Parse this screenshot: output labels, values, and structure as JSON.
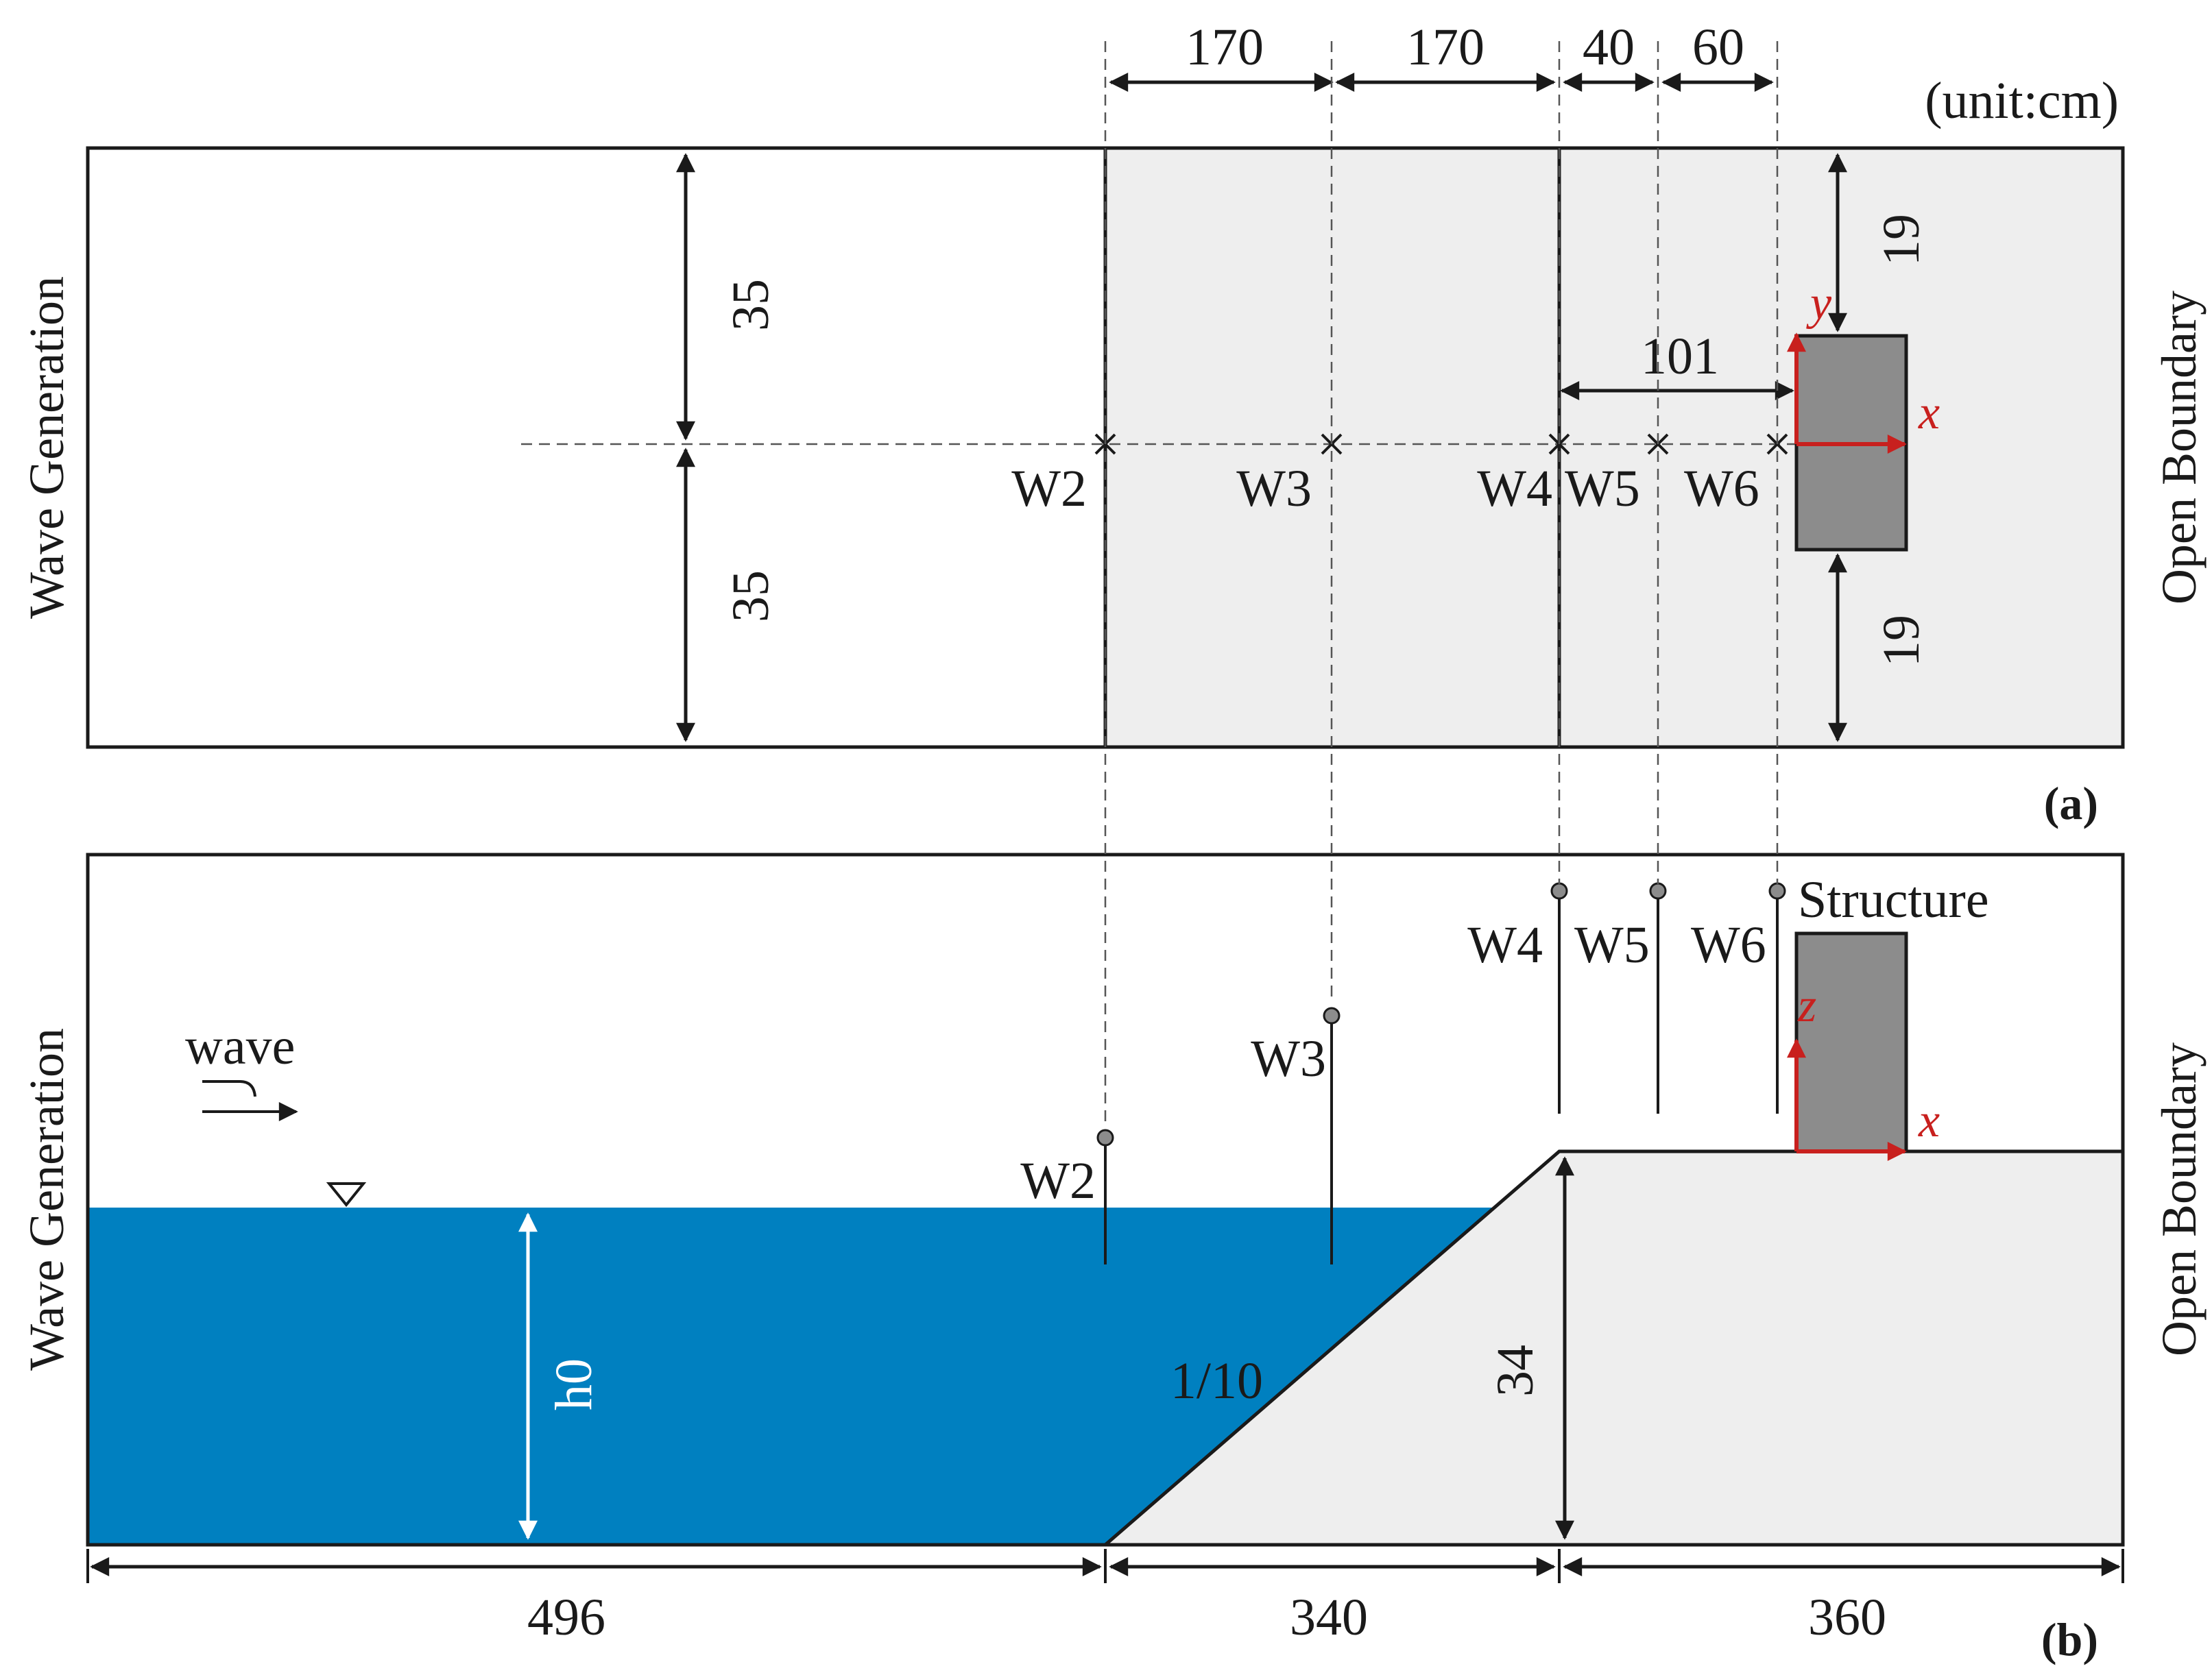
{
  "unit": "(unit:cm)",
  "panels": {
    "a": "(a)",
    "b": "(b)"
  },
  "boundaries": {
    "left": "Wave Generation",
    "right": "Open Boundary"
  },
  "top_dims": [
    "170",
    "170",
    "40",
    "60"
  ],
  "plan": {
    "half_width_upper": "35",
    "half_width_lower": "35",
    "gap_top": "19",
    "gap_bottom": "19",
    "dist_w4_structure": "101",
    "axis_y": "y",
    "axis_x": "x"
  },
  "gauges": [
    "W2",
    "W3",
    "W4",
    "W5",
    "W6"
  ],
  "profile": {
    "structure_label": "Structure",
    "wave_label": "wave",
    "depth_label": "h0",
    "slope_label": "1/10",
    "step_height": "34",
    "axis_z": "z",
    "axis_x": "x"
  },
  "bottom_dims": [
    "496",
    "340",
    "360"
  ],
  "colors": {
    "water": "#0080c0",
    "seabed": "#eeeeee",
    "structure": "#8c8c8c",
    "axis": "#c8201e"
  }
}
